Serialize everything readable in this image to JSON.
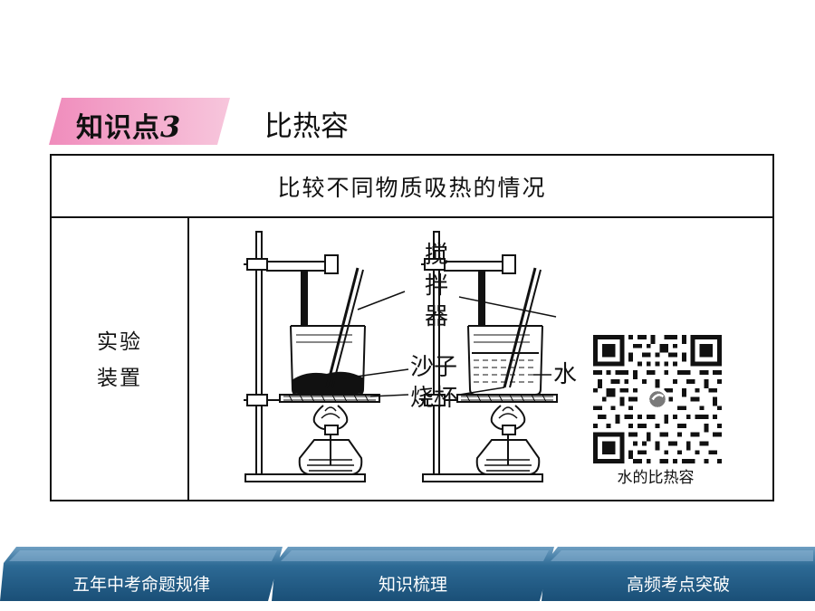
{
  "section": {
    "badge_text": "知识点",
    "badge_number": "3",
    "title": "比热容"
  },
  "table": {
    "header": "比较不同物质吸热的情况",
    "row_label_line1": "实验",
    "row_label_line2": "装置",
    "diagram_labels": {
      "stirrer_1": "搅",
      "stirrer_2": "拌",
      "stirrer_3": "器",
      "sand": "沙子",
      "beaker": "烧杯",
      "water": "水"
    },
    "qr_caption": "水的比热容"
  },
  "nav": [
    {
      "label": "五年中考命题规律"
    },
    {
      "label": "知识梳理"
    },
    {
      "label": "高频考点突破"
    }
  ],
  "colors": {
    "badge_pink": "#f2a8c8",
    "nav_blue": "#1d5b85",
    "nav_blue_light": "#5d8fb4"
  }
}
